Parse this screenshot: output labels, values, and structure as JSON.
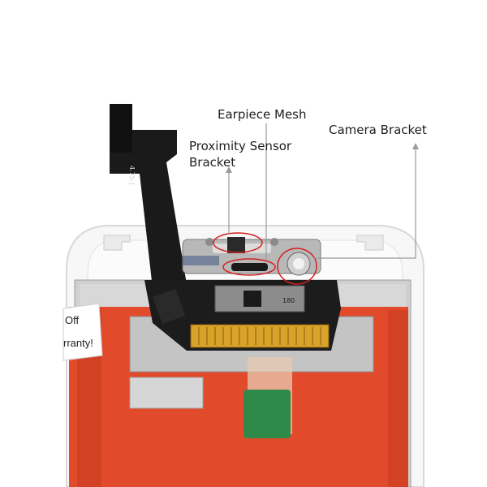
{
  "labels": {
    "earpiece_mesh": "Earpiece Mesh",
    "camera_bracket": "Camera Bracket",
    "proximity_line1": "Proximity Sensor",
    "proximity_line2": "Bracket"
  },
  "flex_cable_text": "4.7S-J",
  "chip_text": "180",
  "sticker": {
    "line1": "Off",
    "line2": "rranty!"
  },
  "colors": {
    "panel_white": "#f4f4f4",
    "lcd_orange": "#e24a2c",
    "flex_black": "#1a1a1a",
    "flex_copper": "#d9a32a",
    "highlight_red": "#d62020",
    "leader_gray": "#9a9a9a"
  }
}
